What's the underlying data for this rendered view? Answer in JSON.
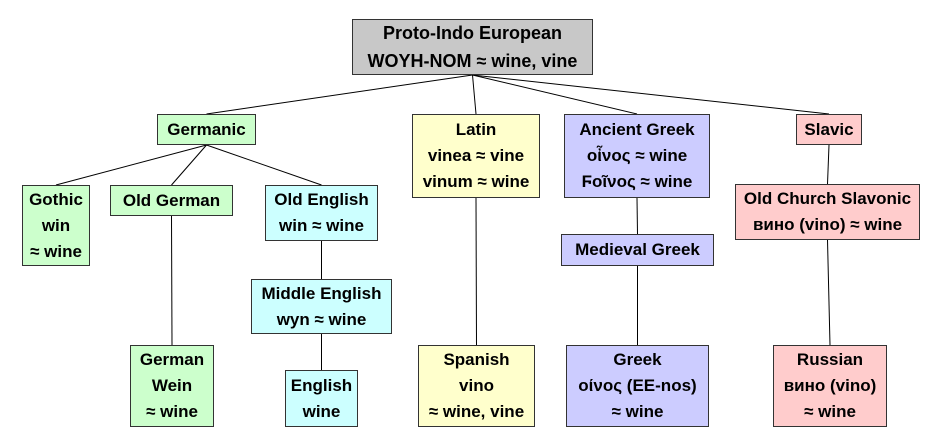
{
  "colors": {
    "root": "#c8c8c8",
    "germanic": "#ccffcc",
    "english": "#ccffff",
    "latin": "#ffffcc",
    "greek": "#ccccff",
    "slavic": "#ffcccc",
    "edge": "#000000"
  },
  "nodes": {
    "root": [
      "Proto-Indo European",
      "WOYH-NOM ≈ wine, vine"
    ],
    "germanic": [
      "Germanic"
    ],
    "latin": [
      "Latin",
      "vinea ≈ vine",
      "vinum ≈ wine"
    ],
    "ancient_greek": [
      "Ancient Greek",
      "οἶνος ≈ wine",
      "Ϝοῖνος ≈ wine"
    ],
    "slavic": [
      "Slavic"
    ],
    "gothic": [
      "Gothic",
      "win",
      "≈ wine"
    ],
    "old_german": [
      "Old German"
    ],
    "old_english": [
      "Old English",
      "win ≈ wine"
    ],
    "old_church_slavonic": [
      "Old Church Slavonic",
      "вино (vino) ≈ wine"
    ],
    "medieval_greek": [
      "Medieval Greek"
    ],
    "middle_english": [
      "Middle English",
      "wyn ≈ wine"
    ],
    "german": [
      "German",
      "Wein",
      "≈ wine"
    ],
    "english": [
      "English",
      "wine"
    ],
    "spanish": [
      "Spanish",
      "vino",
      "≈ wine, vine"
    ],
    "greek": [
      "Greek",
      "οίνος (EE-nos)",
      "≈ wine"
    ],
    "russian": [
      "Russian",
      "вино (vino)",
      "≈ wine"
    ]
  },
  "edges": [
    [
      "root",
      "germanic"
    ],
    [
      "root",
      "latin"
    ],
    [
      "root",
      "ancient_greek"
    ],
    [
      "root",
      "slavic"
    ],
    [
      "germanic",
      "gothic"
    ],
    [
      "germanic",
      "old_german"
    ],
    [
      "germanic",
      "old_english"
    ],
    [
      "old_german",
      "german"
    ],
    [
      "old_english",
      "middle_english"
    ],
    [
      "middle_english",
      "english"
    ],
    [
      "latin",
      "spanish"
    ],
    [
      "ancient_greek",
      "medieval_greek"
    ],
    [
      "medieval_greek",
      "greek"
    ],
    [
      "slavic",
      "old_church_slavonic"
    ],
    [
      "old_church_slavonic",
      "russian"
    ]
  ]
}
